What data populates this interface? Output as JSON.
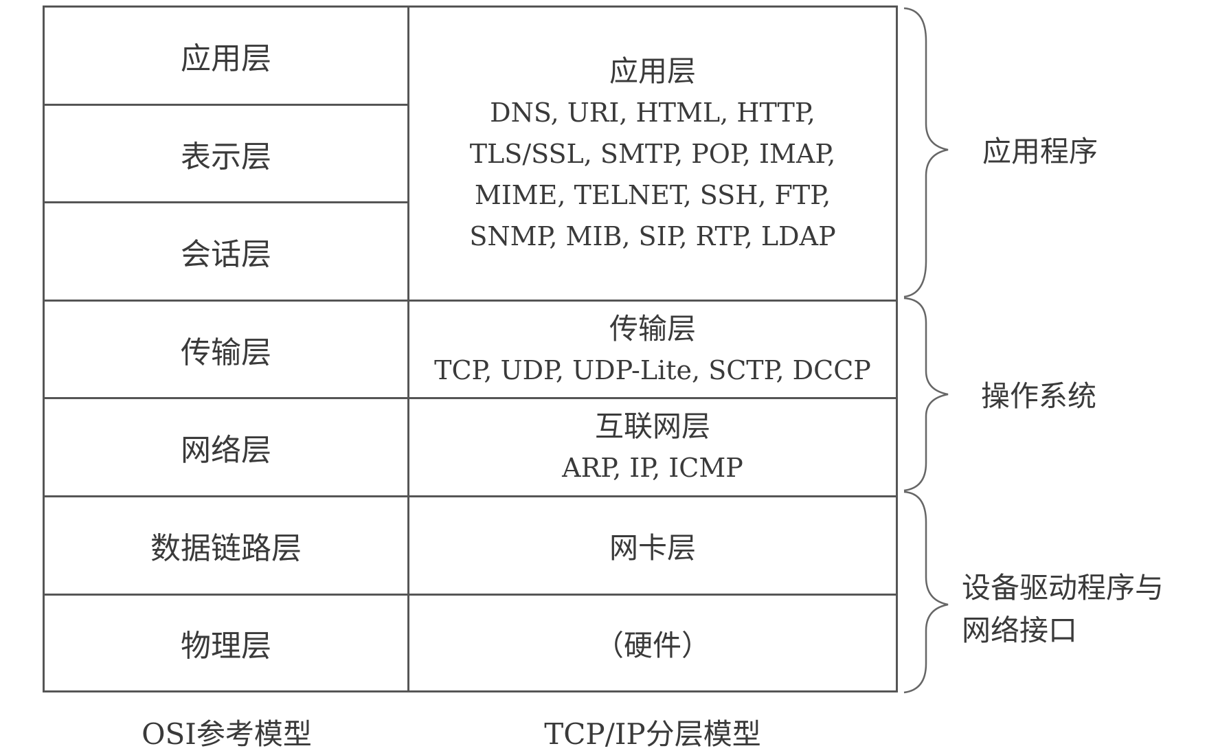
{
  "osi": {
    "layers": [
      "应用层",
      "表示层",
      "会话层",
      "传输层",
      "网络层",
      "数据链路层",
      "物理层"
    ],
    "caption": "OSI参考模型"
  },
  "tcpip": {
    "application": {
      "title": "应用层",
      "protocols": "DNS, URI, HTML, HTTP, TLS/SSL, SMTP, POP, IMAP, MIME, TELNET, SSH, FTP, SNMP, MIB, SIP, RTP, LDAP"
    },
    "transport": {
      "title": "传输层",
      "protocols": "TCP, UDP, UDP-Lite, SCTP, DCCP"
    },
    "internet": {
      "title": "互联网层",
      "protocols": "ARP, IP, ICMP"
    },
    "link": {
      "title": "网卡层"
    },
    "physical": {
      "title": "（硬件）"
    },
    "caption": "TCP/IP分层模型"
  },
  "groups": {
    "applications": "应用程序",
    "operating_system": "操作系统",
    "drivers": "设备驱动程序与网络接口"
  }
}
